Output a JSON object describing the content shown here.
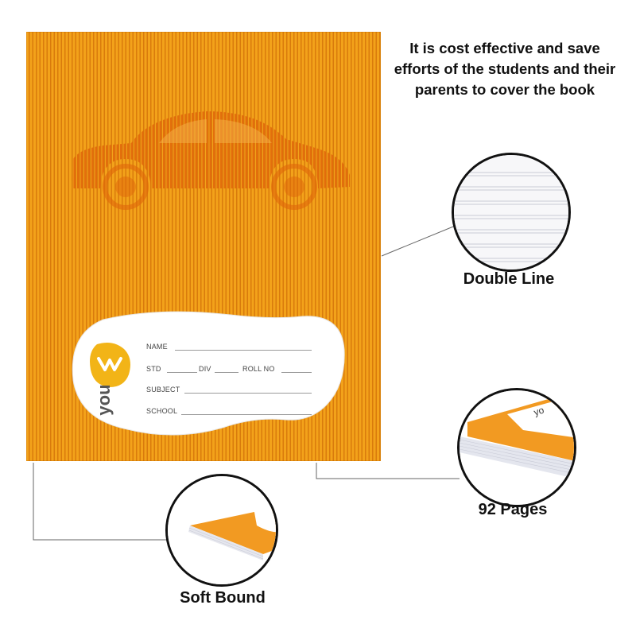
{
  "headline": "It is cost effective and save efforts of the students and their parents to cover the book",
  "features": {
    "double_line": "Double Line",
    "pages": "92 Pages",
    "soft_bound": "Soft Bound"
  },
  "cover": {
    "brand": "youva",
    "fields": {
      "name": "NAME",
      "std": "STD",
      "div": "DIV",
      "roll_no": "ROLL NO",
      "subject": "SUBJECT",
      "school": "SCHOOL"
    }
  },
  "colors": {
    "cover_orange": "#f3a21a",
    "cover_stripe": "#d97b0c",
    "logo_yellow": "#f2b417",
    "text_dark": "#111111"
  },
  "icons": [
    "car-graphic",
    "youva-logo"
  ]
}
